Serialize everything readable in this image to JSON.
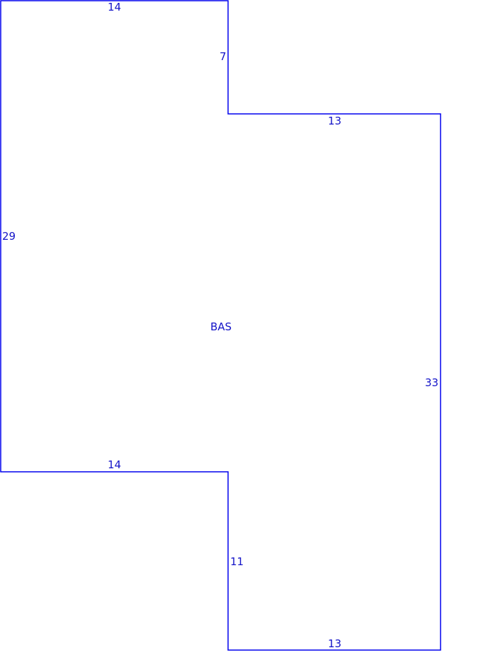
{
  "drawing": {
    "line_color": "#0000ee",
    "text_color": "#1414c8",
    "area_label": "BAS",
    "dimensions": {
      "top_left_width": "14",
      "upper_step_depth": "7",
      "upper_right_width": "13",
      "left_height": "29",
      "right_height": "33",
      "lower_left_width": "14",
      "lower_step_depth": "11",
      "bottom_width": "13"
    }
  }
}
